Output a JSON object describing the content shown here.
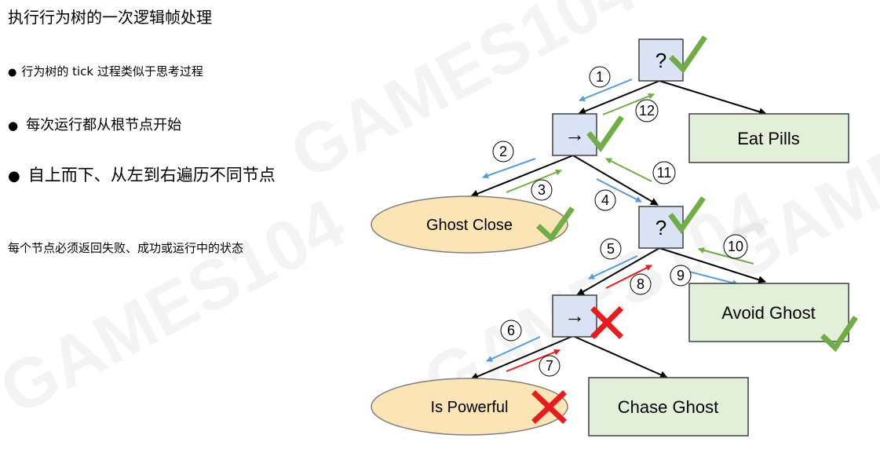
{
  "slide": {
    "title": "执行行为树的一次逻辑帧处理",
    "bullets": [
      "行为树的 tick 过程类似于思考过程",
      "每次运行都从根节点开始",
      "自上而下、从左到右遍历不同节点"
    ],
    "note": "每个节点必须返回失败、成功或运行中的状态",
    "watermark": "GAMES104"
  },
  "tree": {
    "nodes": {
      "root": {
        "kind": "selector",
        "symbol": "?",
        "status": "success"
      },
      "seq1": {
        "kind": "sequence",
        "symbol": "→",
        "status": "success"
      },
      "eat_pills": {
        "kind": "action",
        "label": "Eat Pills"
      },
      "ghost_close": {
        "kind": "condition",
        "label": "Ghost Close",
        "status": "success"
      },
      "sel2": {
        "kind": "selector",
        "symbol": "?",
        "status": "success"
      },
      "seq2": {
        "kind": "sequence",
        "symbol": "→",
        "status": "failure"
      },
      "avoid_ghost": {
        "kind": "action",
        "label": "Avoid Ghost",
        "status": "success"
      },
      "is_powerful": {
        "kind": "condition",
        "label": "Is Powerful",
        "status": "failure"
      },
      "chase_ghost": {
        "kind": "action",
        "label": "Chase Ghost"
      }
    },
    "steps": [
      "1",
      "2",
      "3",
      "4",
      "5",
      "6",
      "7",
      "8",
      "9",
      "10",
      "11",
      "12"
    ],
    "colors": {
      "action_fill": "#e2f0d9",
      "action_border": "#548235",
      "condition_fill": "#fbe5b6",
      "condition_border": "#7f7f7f",
      "composite_fill": "#dae3f3",
      "composite_border": "#404040",
      "check": "#70ad47",
      "cross": "#e81c1c",
      "arrow_down": "#5b9bd5",
      "arrow_up": "#70ad47",
      "arrow_fail": "#e81c1c"
    }
  }
}
